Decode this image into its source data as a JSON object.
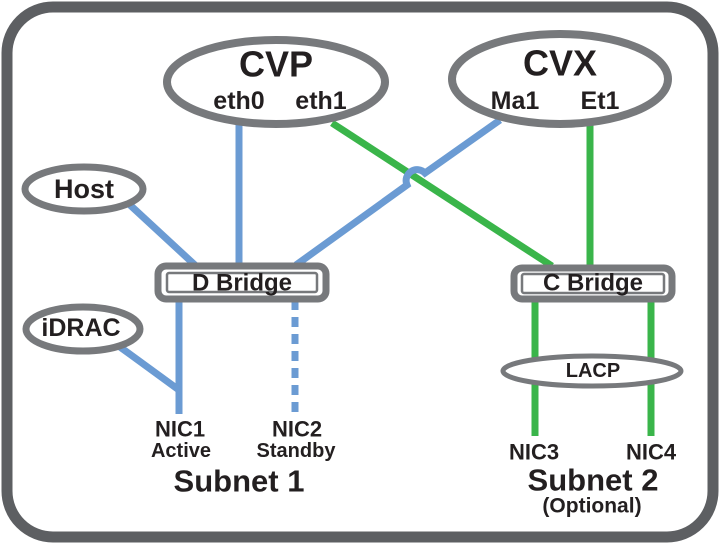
{
  "colors": {
    "background": "#ffffff",
    "frame_gray": "#5d5f62",
    "shape_gray": "#77797c",
    "blue": "#6b9bd3",
    "green": "#3ab54a",
    "text": "#231f20",
    "lacp_fill": "#ffffff"
  },
  "nodes": {
    "cvp": {
      "label": "CVP",
      "port_left": "eth0",
      "port_right": "eth1"
    },
    "cvx": {
      "label": "CVX",
      "port_left": "Ma1",
      "port_right": "Et1"
    },
    "host": {
      "label": "Host"
    },
    "idrac": {
      "label": "iDRAC"
    },
    "d_bridge": {
      "label": "D Bridge"
    },
    "c_bridge": {
      "label": "C Bridge"
    },
    "lacp": {
      "label": "LACP"
    }
  },
  "nics": {
    "nic1": {
      "label": "NIC1",
      "state": "Active"
    },
    "nic2": {
      "label": "NIC2",
      "state": "Standby"
    },
    "nic3": {
      "label": "NIC3"
    },
    "nic4": {
      "label": "NIC4"
    }
  },
  "subnets": {
    "subnet1": {
      "label": "Subnet 1"
    },
    "subnet2": {
      "label": "Subnet 2",
      "note": "(Optional)"
    }
  },
  "connections": [
    {
      "from": "Host",
      "to": "D Bridge",
      "color": "blue",
      "style": "solid"
    },
    {
      "from": "CVP eth0",
      "to": "D Bridge",
      "color": "blue",
      "style": "solid"
    },
    {
      "from": "CVX Ma1",
      "to": "D Bridge",
      "color": "blue",
      "style": "solid",
      "note": "crosses over eth1 link with hop"
    },
    {
      "from": "CVP eth1",
      "to": "C Bridge",
      "color": "green",
      "style": "solid"
    },
    {
      "from": "CVX Et1",
      "to": "C Bridge",
      "color": "green",
      "style": "solid"
    },
    {
      "from": "D Bridge",
      "to": "NIC1",
      "color": "blue",
      "style": "solid"
    },
    {
      "from": "D Bridge",
      "to": "NIC2",
      "color": "blue",
      "style": "dashed"
    },
    {
      "from": "iDRAC",
      "to": "NIC1 link",
      "color": "blue",
      "style": "solid"
    },
    {
      "from": "C Bridge",
      "to": "NIC3",
      "color": "green",
      "style": "solid",
      "via": "LACP"
    },
    {
      "from": "C Bridge",
      "to": "NIC4",
      "color": "green",
      "style": "solid",
      "via": "LACP"
    }
  ]
}
